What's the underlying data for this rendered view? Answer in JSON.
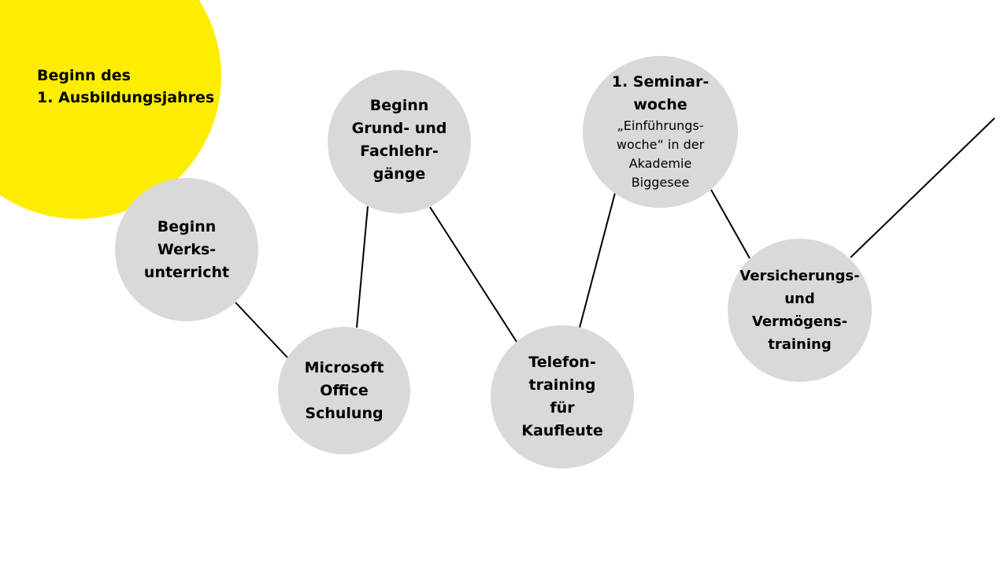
{
  "start": {
    "line1": "Beginn des",
    "line2": "1. Ausbildungsjahres",
    "color": "#ffed00"
  },
  "node_color": "#d9d9d9",
  "connector_color": "#000000",
  "nodes": {
    "werks": {
      "lines": [
        "Beginn",
        "Werks-",
        "unterricht"
      ]
    },
    "office": {
      "lines": [
        "Microsoft",
        "Office",
        "Schulung"
      ]
    },
    "grund": {
      "lines": [
        "Beginn",
        "Grund- und",
        "Fachlehr-",
        "gänge"
      ]
    },
    "telefon": {
      "lines": [
        "Telefon-",
        "training",
        "für",
        "Kaufleute"
      ]
    },
    "seminar": {
      "lines": [
        "1. Seminar-",
        "woche"
      ],
      "sub_lines": [
        "„Einführungs-",
        "woche“ in der",
        "Akademie",
        "Biggesee"
      ]
    },
    "versicherung": {
      "lines": [
        "Versicherungs-",
        "und",
        "Vermögens-",
        "training"
      ]
    }
  }
}
